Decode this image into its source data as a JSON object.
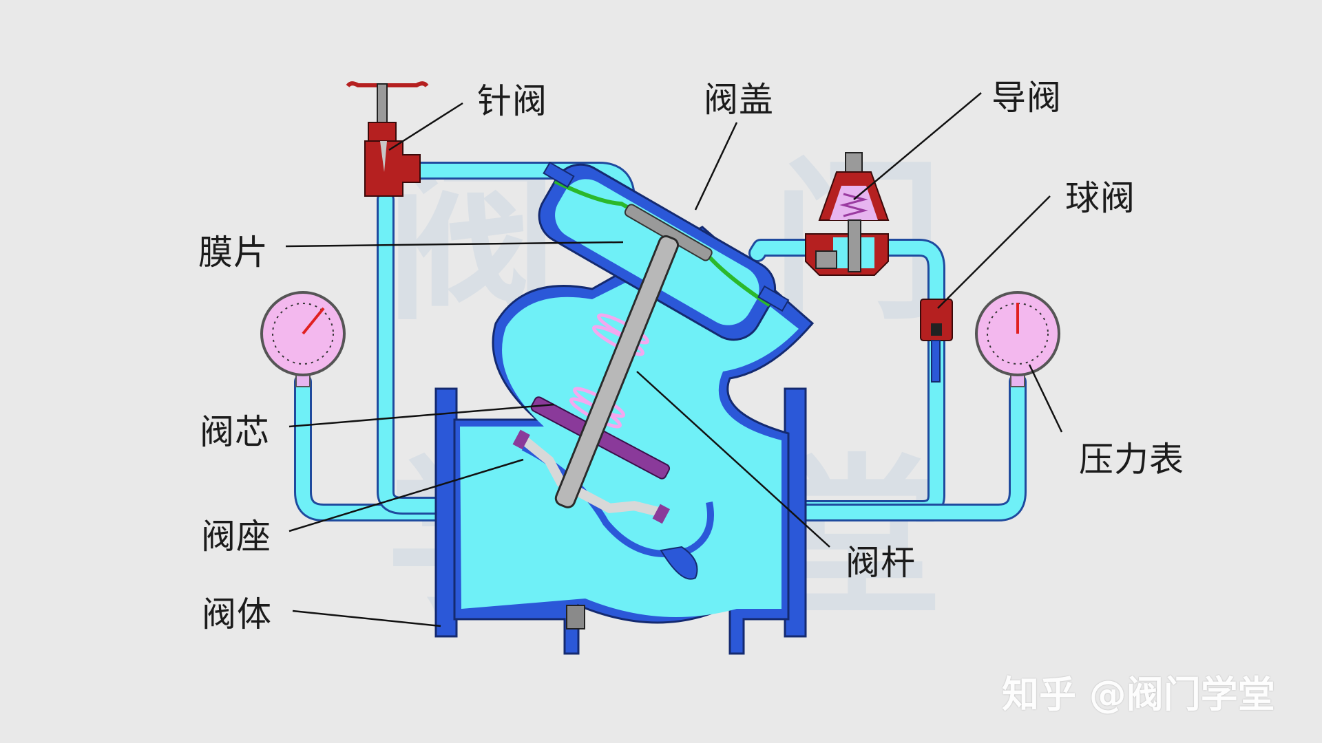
{
  "labels": {
    "needle_valve": "针阀",
    "bonnet": "阀盖",
    "pilot_valve": "导阀",
    "ball_valve": "球阀",
    "diaphragm": "膜片",
    "valve_core": "阀芯",
    "valve_seat": "阀座",
    "valve_body": "阀体",
    "valve_stem": "阀杆",
    "pressure_gauge": "压力表"
  },
  "watermark": "知乎 @阀门学堂",
  "background_watermark": [
    "阀",
    "门",
    "学",
    "堂"
  ],
  "colors": {
    "background": "#e9e9e9",
    "valve_blue": "#2b58d8",
    "water_cyan": "#6ff0f7",
    "gauge_pink": "#f3b8ee",
    "diaphragm_green": "#3ad43a",
    "core_purple": "#8a3a9a",
    "pilot_red": "#b52020"
  }
}
